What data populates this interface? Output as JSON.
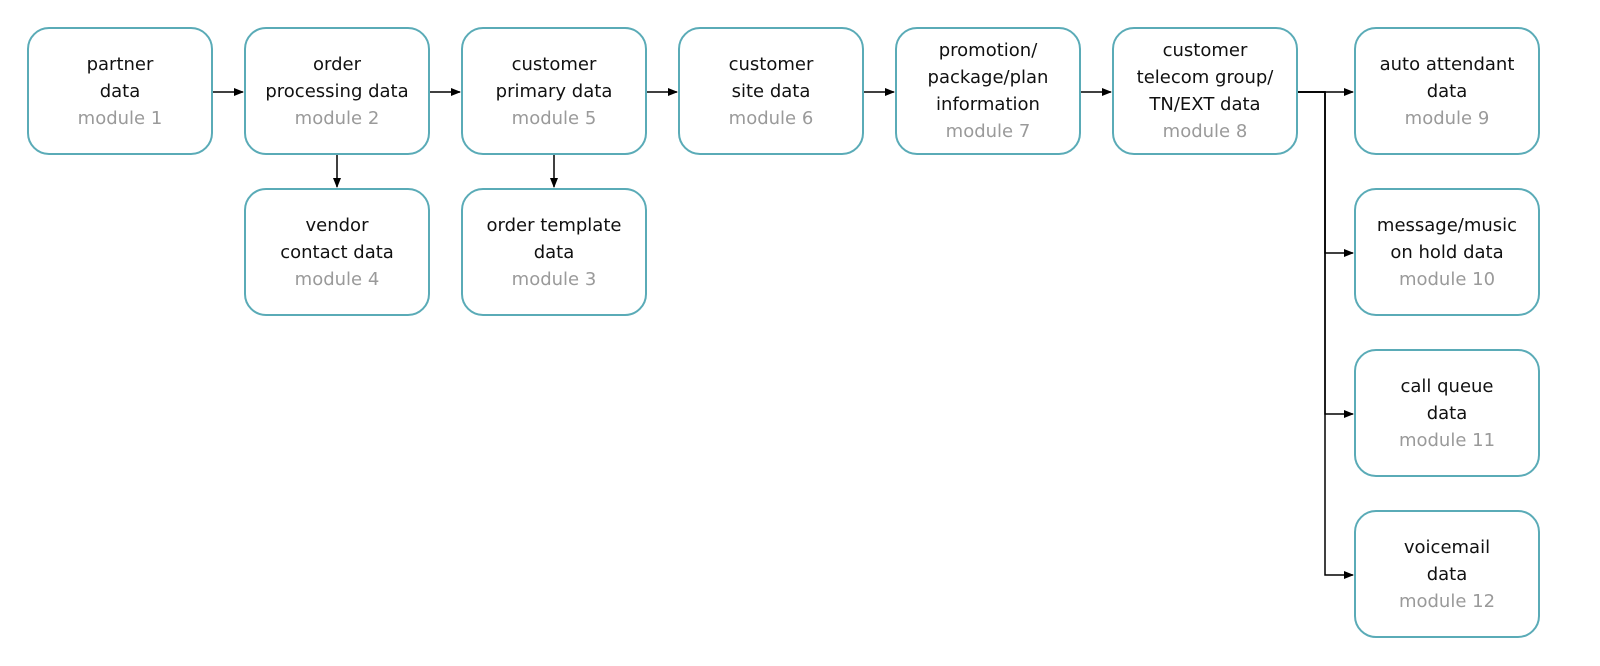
{
  "colors": {
    "border": "#5aabb7",
    "text": "#111111",
    "module_text": "#9a9a9a",
    "connector": "#000000"
  },
  "nodes": [
    {
      "id": "m1",
      "lines": [
        "partner",
        "data"
      ],
      "module": "module 1"
    },
    {
      "id": "m2",
      "lines": [
        "order",
        "processing data"
      ],
      "module": "module 2"
    },
    {
      "id": "m5",
      "lines": [
        "customer",
        "primary data"
      ],
      "module": "module 5"
    },
    {
      "id": "m6",
      "lines": [
        "customer",
        "site data"
      ],
      "module": "module 6"
    },
    {
      "id": "m7",
      "lines": [
        "promotion/",
        "package/plan",
        "information"
      ],
      "module": "module 7"
    },
    {
      "id": "m8",
      "lines": [
        "customer",
        "telecom group/",
        "TN/EXT data"
      ],
      "module": "module 8"
    },
    {
      "id": "m9",
      "lines": [
        "auto attendant",
        "data"
      ],
      "module": "module 9"
    },
    {
      "id": "m4",
      "lines": [
        "vendor",
        "contact data"
      ],
      "module": "module 4"
    },
    {
      "id": "m3",
      "lines": [
        "order template",
        "data"
      ],
      "module": "module 3"
    },
    {
      "id": "m10",
      "lines": [
        "message/music",
        "on hold data"
      ],
      "module": "module 10"
    },
    {
      "id": "m11",
      "lines": [
        "call queue",
        "data"
      ],
      "module": "module 11"
    },
    {
      "id": "m12",
      "lines": [
        "voicemail",
        "data"
      ],
      "module": "module 12"
    }
  ],
  "edges": [
    {
      "from": "m1",
      "to": "m2"
    },
    {
      "from": "m2",
      "to": "m5"
    },
    {
      "from": "m5",
      "to": "m6"
    },
    {
      "from": "m6",
      "to": "m7"
    },
    {
      "from": "m7",
      "to": "m8"
    },
    {
      "from": "m2",
      "to": "m4"
    },
    {
      "from": "m5",
      "to": "m3"
    },
    {
      "from": "m8",
      "to": "m9"
    },
    {
      "from": "m8",
      "to": "m10"
    },
    {
      "from": "m8",
      "to": "m11"
    },
    {
      "from": "m8",
      "to": "m12"
    }
  ]
}
